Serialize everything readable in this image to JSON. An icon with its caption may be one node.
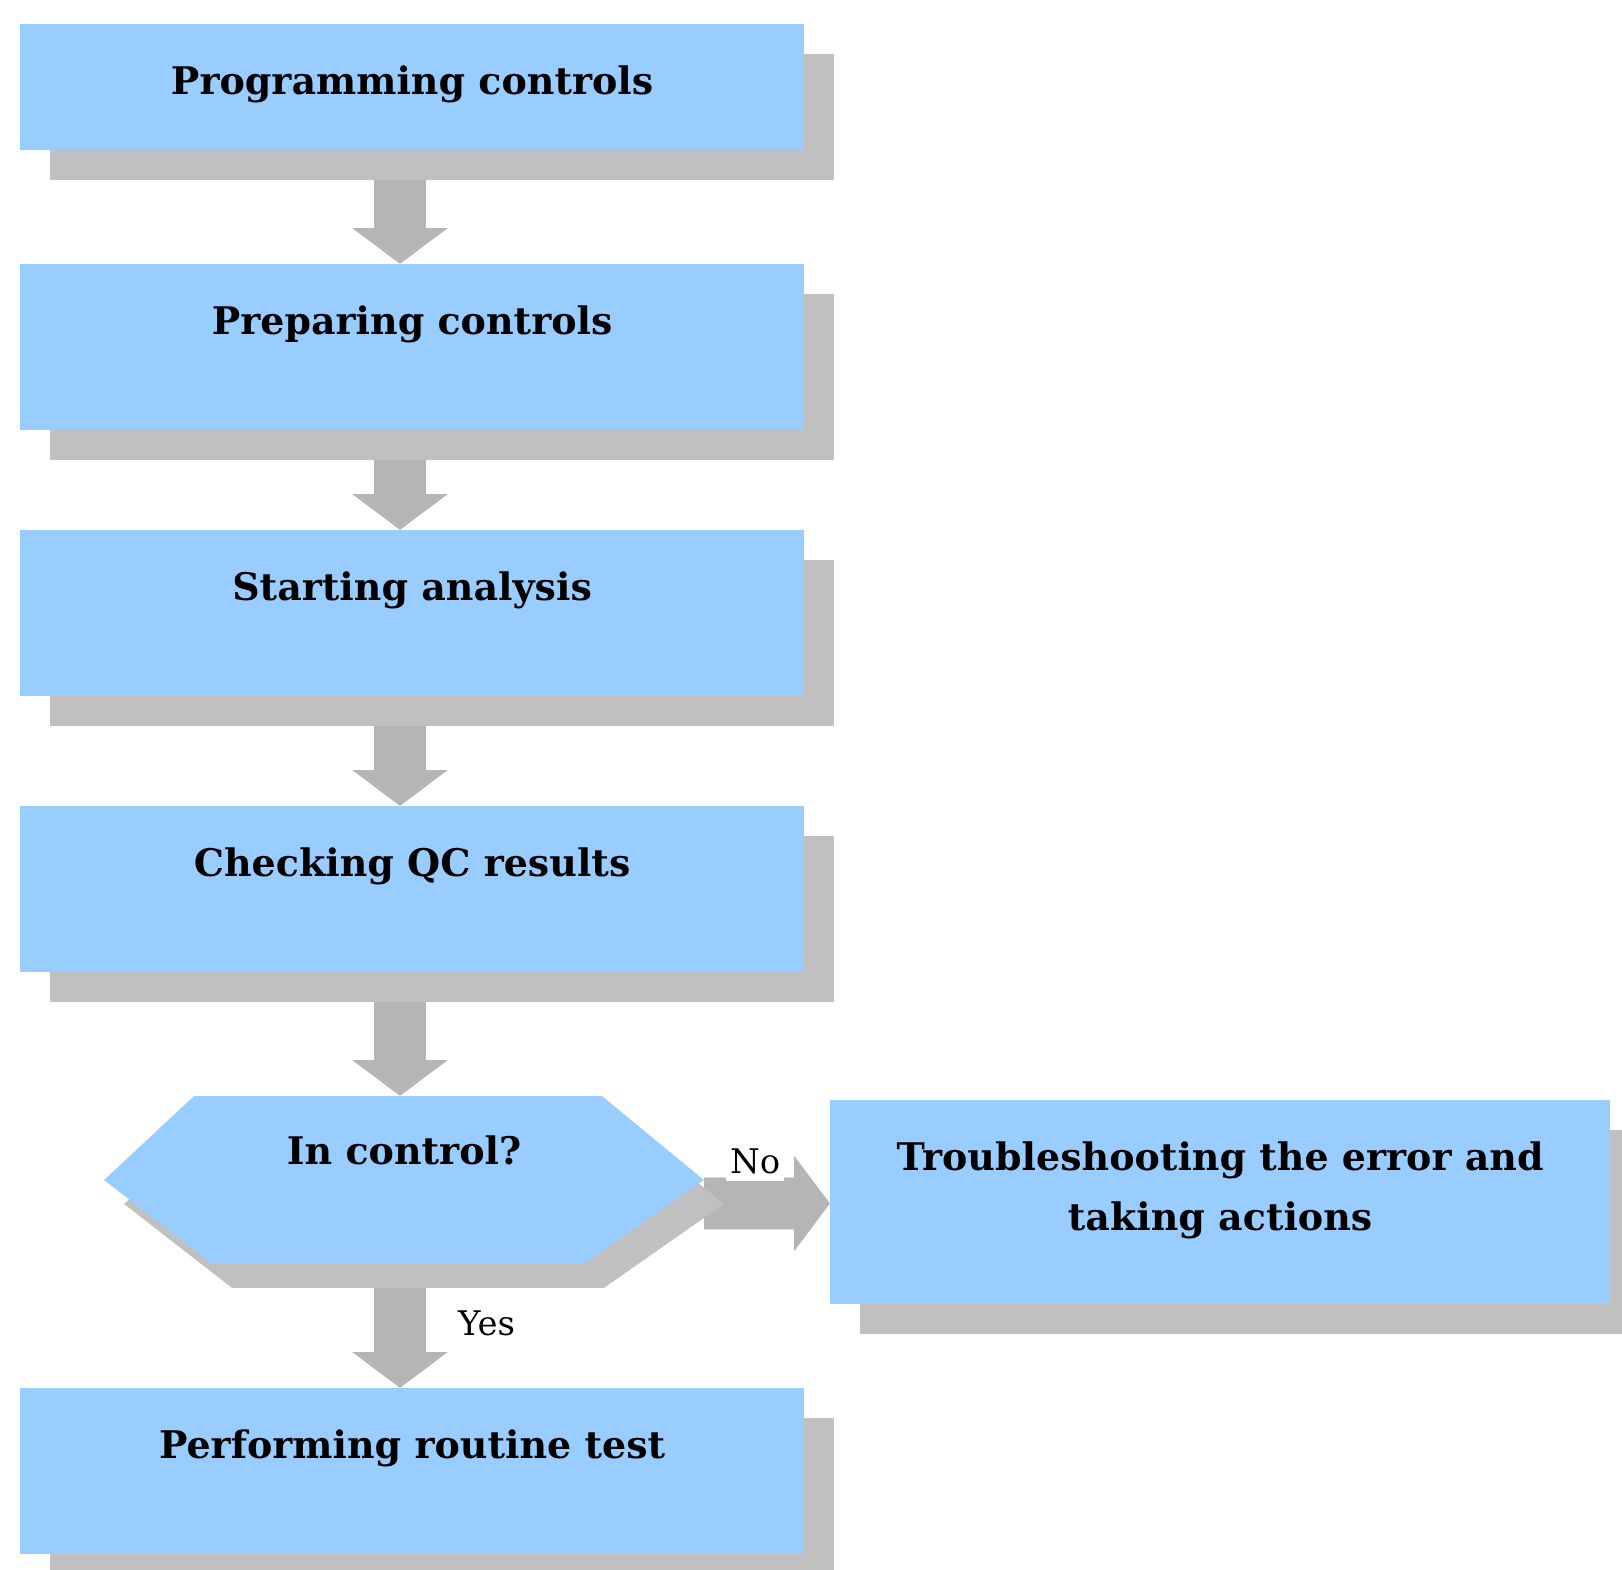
{
  "diagram": {
    "nodes": [
      {
        "text": [
          "Programming controls"
        ]
      },
      {
        "text": [
          "Preparing controls"
        ]
      },
      {
        "text": [
          "Starting analysis"
        ]
      },
      {
        "text": [
          "Checking QC results"
        ]
      },
      {
        "text": [
          "In control?"
        ]
      },
      {
        "text": [
          "Troubleshooting the error and taking actions"
        ]
      },
      {
        "text": [
          "Performing routine test"
        ]
      }
    ],
    "edges": [
      {
        "from": 0,
        "to": 1,
        "arrow": "to"
      },
      {
        "from": 1,
        "to": 2,
        "arrow": "to"
      },
      {
        "from": 2,
        "to": 3,
        "arrow": "to"
      },
      {
        "from": 3,
        "to": 4,
        "arrow": "to"
      },
      {
        "from": 4,
        "to": 5,
        "arrow": "to",
        "label": "No"
      },
      {
        "from": 4,
        "to": 6,
        "arrow": "to",
        "label": "Yes"
      }
    ]
  }
}
